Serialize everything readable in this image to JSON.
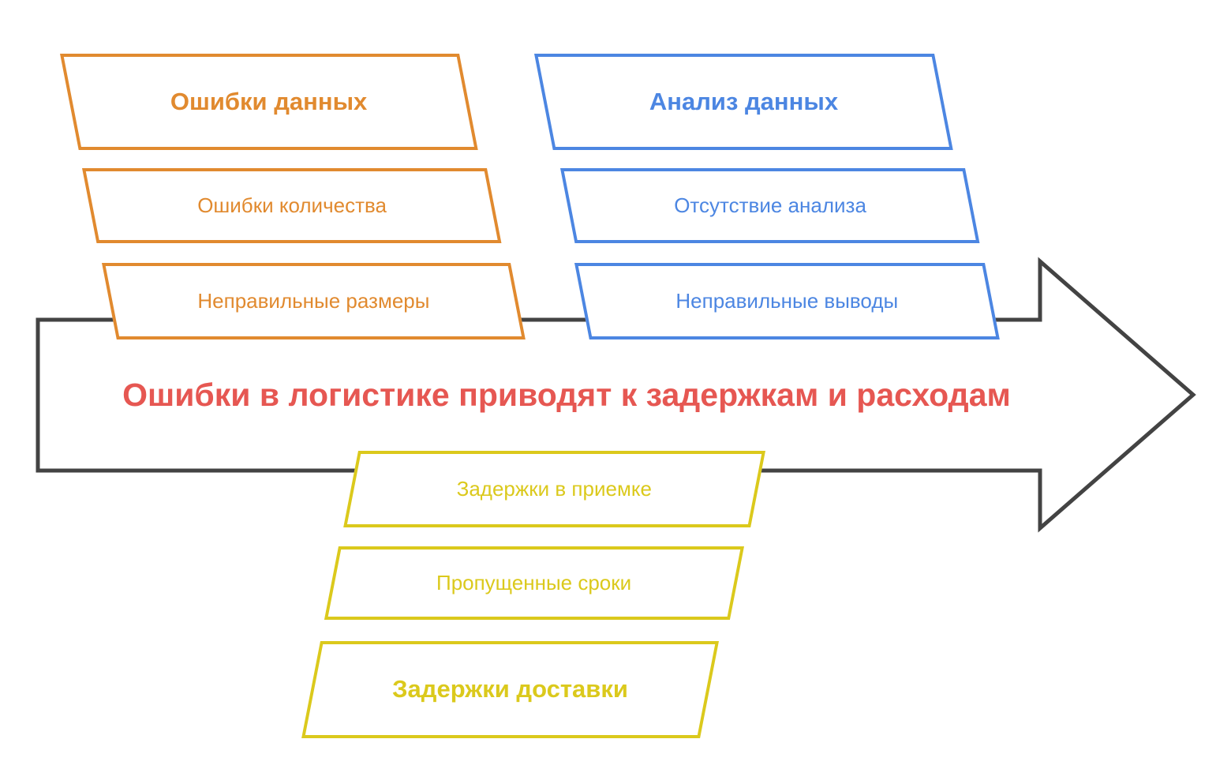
{
  "statement": {
    "text": "Ошибки в логистике приводят к задержкам и расходам",
    "color": "#E65752"
  },
  "arrow": {
    "name": "effect-arrow",
    "outline_color": "#434343",
    "fill_color": "#FFFFFF",
    "direction": "right"
  },
  "groups": [
    {
      "header": "Ошибки данных",
      "color": "#E18A2F",
      "position": "top-left",
      "causes": [
        "Ошибки количества",
        "Неправильные размеры"
      ]
    },
    {
      "header": "Анализ данных",
      "color": "#4C86E2",
      "position": "top-right",
      "causes": [
        "Отсутствие анализа",
        "Неправильные выводы"
      ]
    },
    {
      "header": "Задержки доставки",
      "color": "#DBC91C",
      "position": "bottom-center",
      "causes": [
        "Задержки в приемке",
        "Пропущенные сроки"
      ]
    }
  ],
  "colors": {
    "data_errors": "#E18A2F",
    "data_analysis": "#4C86E2",
    "delivery_delays": "#DBC91C",
    "statement_text": "#E65752",
    "arrow_outline": "#434343",
    "background": "#FFFFFF"
  }
}
